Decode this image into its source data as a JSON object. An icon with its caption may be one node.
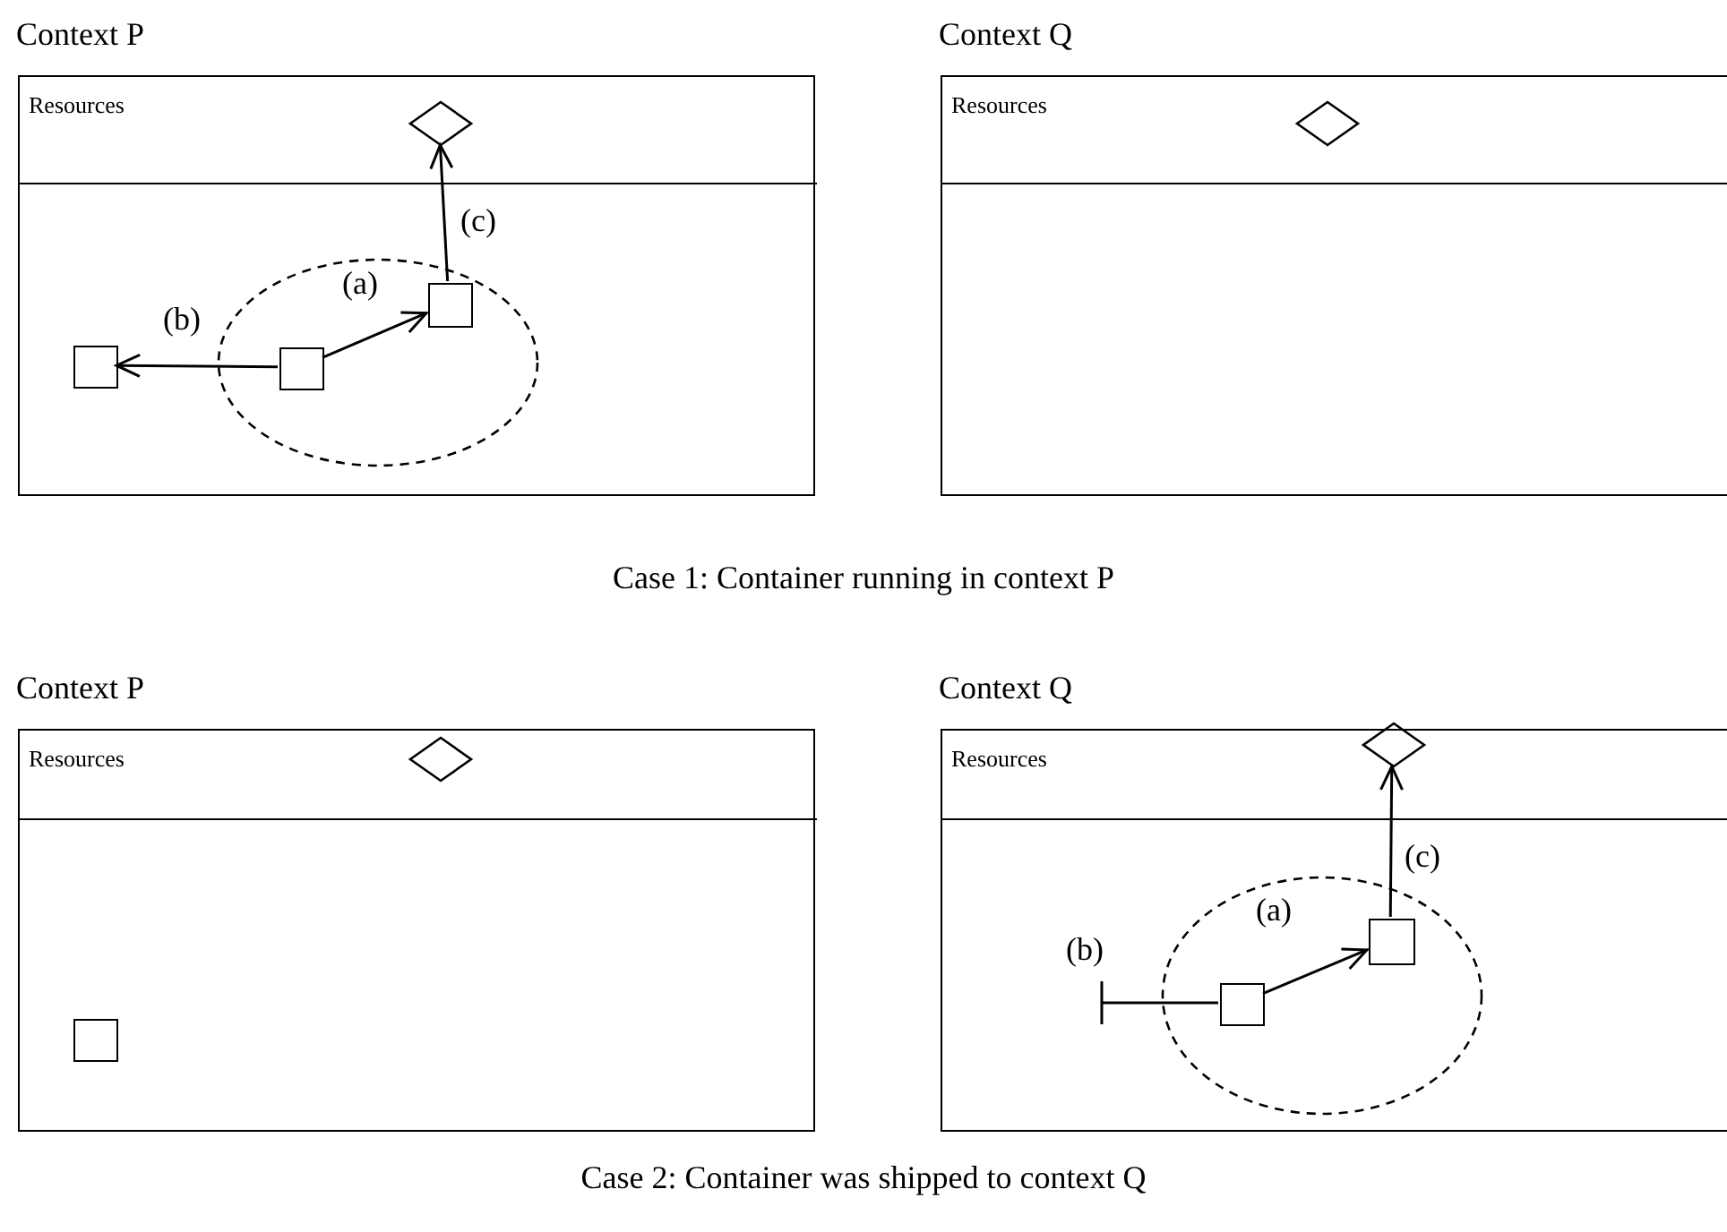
{
  "diagram": {
    "nodes": [
      {
        "text": [
          "Context P"
        ]
      },
      {
        "text": [
          "Resources"
        ],
        "in": 0
      },
      {
        "text": [],
        "shape": "diamond",
        "in": 1
      },
      {
        "text": [],
        "shape": "ellipse",
        "in": 0
      },
      {
        "text": [],
        "shape": "box",
        "in": 0
      },
      {
        "text": [],
        "shape": "box",
        "in": 3
      },
      {
        "text": [],
        "shape": "box",
        "in": 3
      },
      {
        "text": [
          "Context Q"
        ]
      },
      {
        "text": [
          "Resources"
        ],
        "in": 7
      },
      {
        "text": [],
        "shape": "diamond",
        "in": 8
      },
      {
        "text": [
          "Context P"
        ]
      },
      {
        "text": [
          "Resources"
        ],
        "in": 10
      },
      {
        "text": [],
        "shape": "diamond",
        "in": 11
      },
      {
        "text": [],
        "shape": "box",
        "in": 10
      },
      {
        "text": [
          "Context Q"
        ]
      },
      {
        "text": [
          "Resources"
        ],
        "in": 14
      },
      {
        "text": [],
        "shape": "diamond",
        "in": 15
      },
      {
        "text": [],
        "shape": "ellipse",
        "in": 14
      },
      {
        "text": [],
        "shape": "box",
        "in": 17
      },
      {
        "text": [],
        "shape": "box",
        "in": 17
      }
    ],
    "edges": [
      {
        "from": 5,
        "to": 4,
        "arrow": "to",
        "label": "(b)"
      },
      {
        "from": 5,
        "to": 6,
        "arrow": "to",
        "label": "(a)"
      },
      {
        "from": 6,
        "to": 2,
        "arrow": "to",
        "label": "(c)"
      },
      {
        "from": 18,
        "to": null,
        "arrow": "other",
        "label": "(b)"
      },
      {
        "from": 18,
        "to": 19,
        "arrow": "to",
        "label": "(a)"
      },
      {
        "from": 19,
        "to": 16,
        "arrow": "to",
        "label": "(c)"
      }
    ],
    "labels": [
      "Case 1: Container running in context P",
      "Case 2: Container was shipped to context Q"
    ]
  }
}
